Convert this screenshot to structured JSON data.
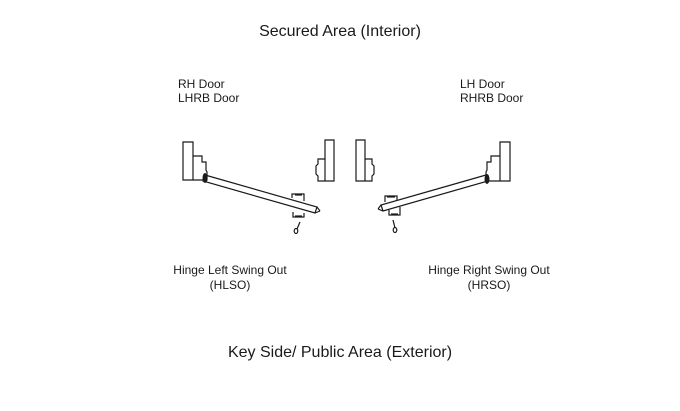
{
  "diagram": {
    "top_label": "Secured Area (Interior)",
    "bottom_label": "Key Side/ Public Area (Exterior)",
    "left": {
      "door_line1": "RH Door",
      "door_line2": "LHRB Door",
      "swing_line1": "Hinge Left Swing Out",
      "swing_line2": "(HLSO)"
    },
    "right": {
      "door_line1": "LH Door",
      "door_line2": "RHRB Door",
      "swing_line1": "Hinge Right Swing Out",
      "swing_line2": "(HRSO)"
    },
    "colors": {
      "line": "#1a1a1a",
      "background": "#ffffff"
    }
  }
}
